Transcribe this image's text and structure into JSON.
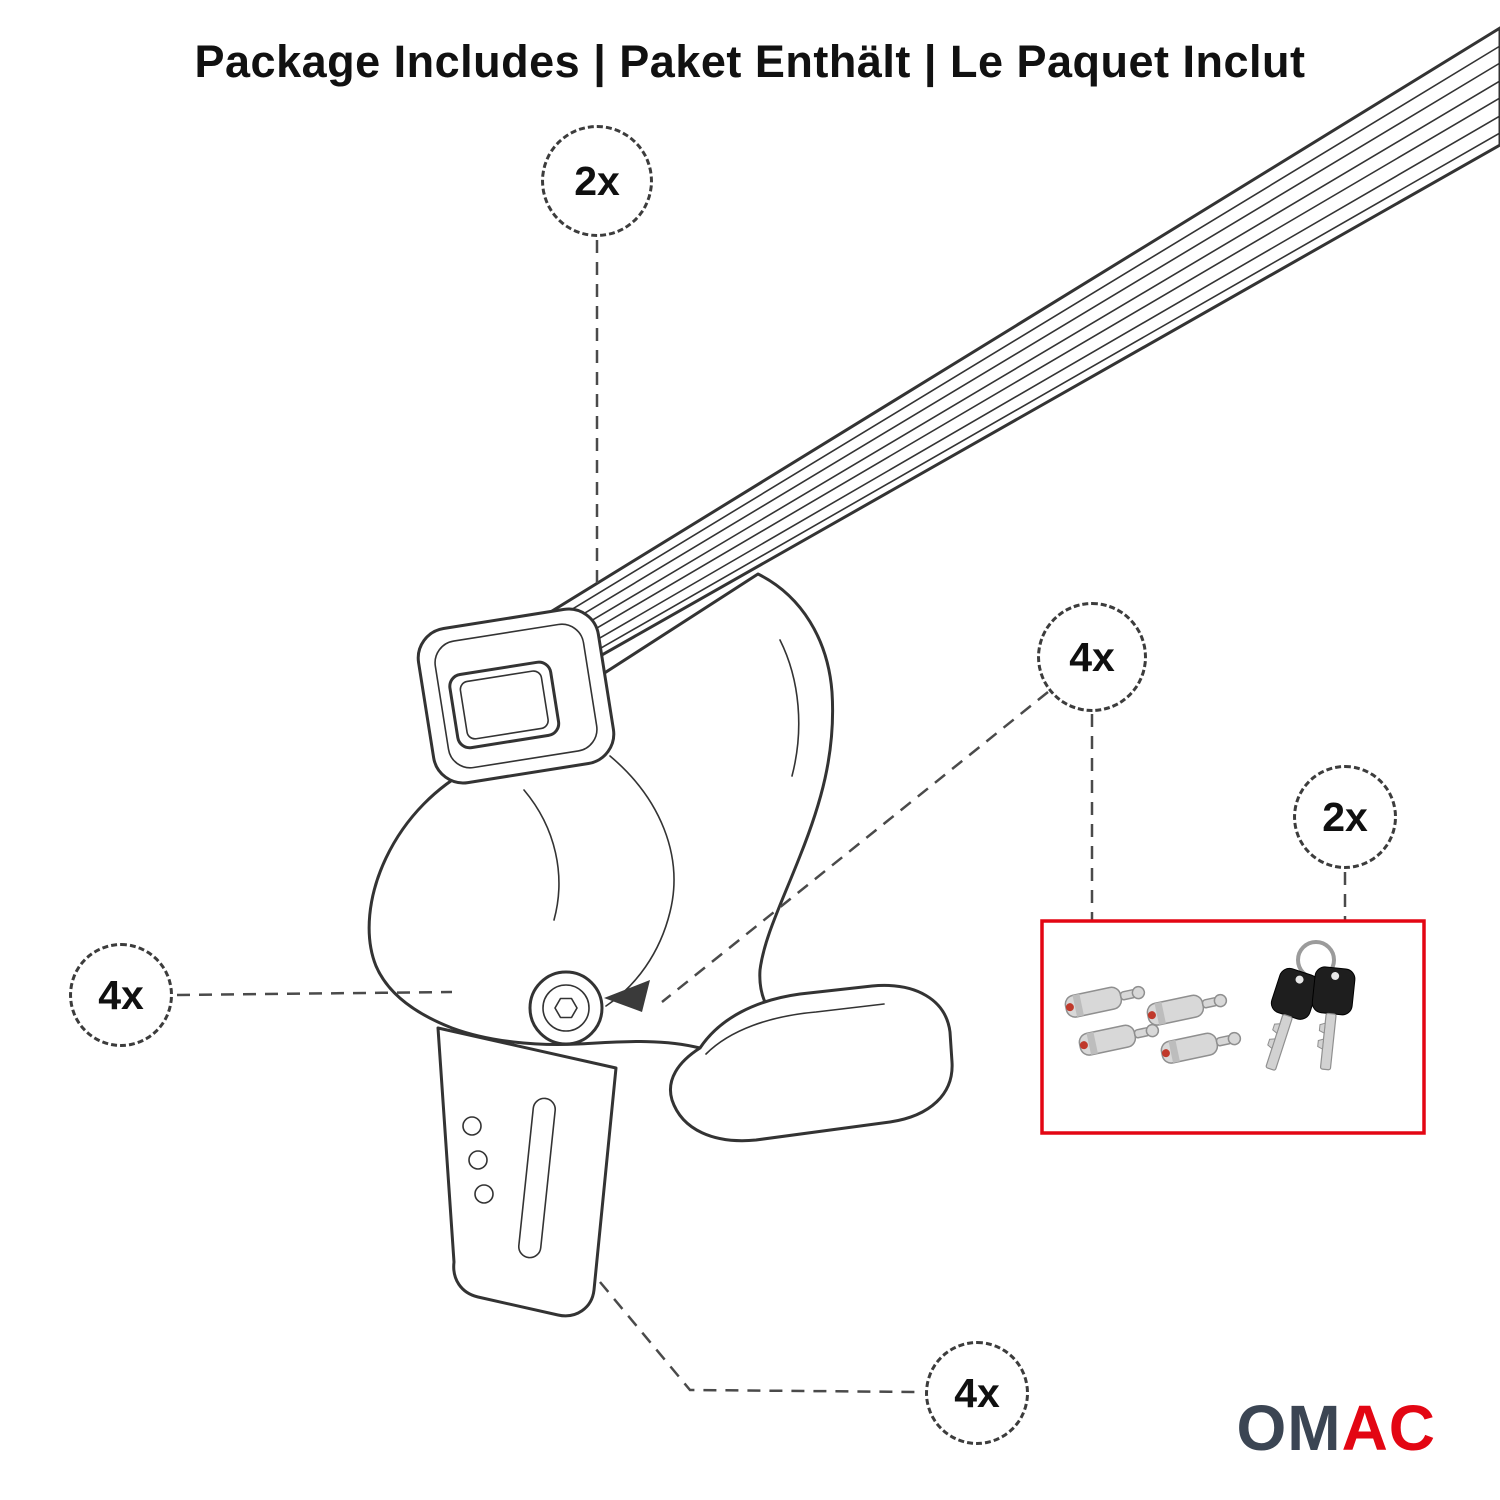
{
  "title": "Package Includes | Paket Enthält | Le Paquet Inclut",
  "callouts": {
    "crossbar_qty": "2x",
    "foot_qty": "4x",
    "lock_qty": "4x",
    "key_qty": "2x",
    "clamp_qty": "4x"
  },
  "brand": {
    "name": "OMAC",
    "left": "OM",
    "right": "AC"
  },
  "colors": {
    "accent_red": "#e30613",
    "line": "#333333",
    "line_soft": "#4a4a4a",
    "text": "#111111",
    "brand_dark": "#3b4553"
  }
}
